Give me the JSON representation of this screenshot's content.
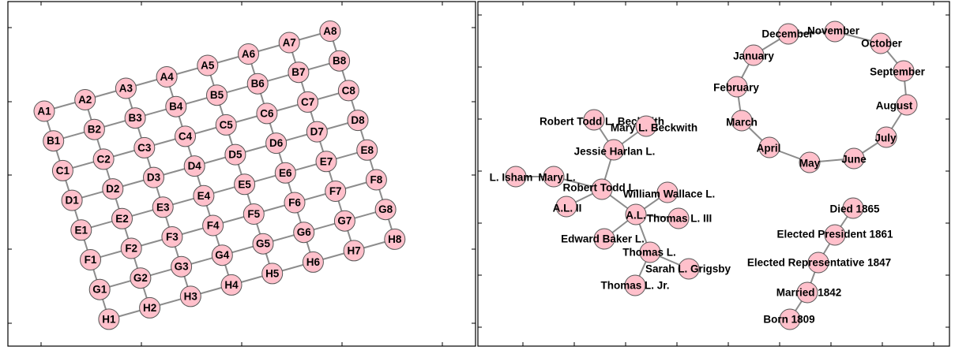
{
  "left_graph": {
    "node_labels": [
      "A1",
      "A2",
      "A3",
      "A4",
      "A5",
      "A6",
      "A7",
      "A8",
      "B1",
      "B2",
      "B3",
      "B4",
      "B5",
      "B6",
      "B7",
      "B8",
      "C1",
      "C2",
      "C3",
      "C4",
      "C5",
      "C6",
      "C7",
      "C8",
      "D1",
      "D2",
      "D3",
      "D4",
      "D5",
      "D6",
      "D7",
      "D8",
      "E1",
      "E2",
      "E3",
      "E4",
      "E5",
      "E6",
      "E7",
      "E8",
      "F1",
      "F2",
      "F3",
      "F4",
      "F5",
      "F6",
      "F7",
      "F8",
      "G1",
      "G2",
      "G3",
      "G4",
      "G5",
      "G6",
      "G7",
      "G8",
      "H1",
      "H2",
      "H3",
      "H4",
      "H5",
      "H6",
      "H7",
      "H8"
    ]
  },
  "family_graph": {
    "nodes": {
      "rtlb": "Robert Todd L. Beckwith",
      "mlb": "Mary L. Beckwith",
      "jhl": "Jessie Harlan L.",
      "lisham": "L. Isham",
      "maryl": "Mary L.",
      "rtl": "Robert Todd L.",
      "al2": "A.L. II",
      "wwl": "William Wallace L.",
      "al": "A.L.",
      "tl3": "Thomas L. III",
      "ebl": "Edward Baker L.",
      "tl": "Thomas L.",
      "slg": "Sarah L. Grigsby",
      "tljr": "Thomas L. Jr."
    }
  },
  "months_graph": {
    "labels": [
      "December",
      "November",
      "October",
      "January",
      "September",
      "February",
      "August",
      "March",
      "July",
      "April",
      "June",
      "May"
    ]
  },
  "timeline_graph": {
    "labels": [
      "Died 1865",
      "Elected President 1861",
      "Elected Representative 1847",
      "Married 1842",
      "Born 1809"
    ]
  },
  "colors": {
    "node_fill": "#ffc0cb",
    "node_stroke": "#555555",
    "edge": "#8c8c8c",
    "frame": "#000000",
    "text": "#000000"
  }
}
